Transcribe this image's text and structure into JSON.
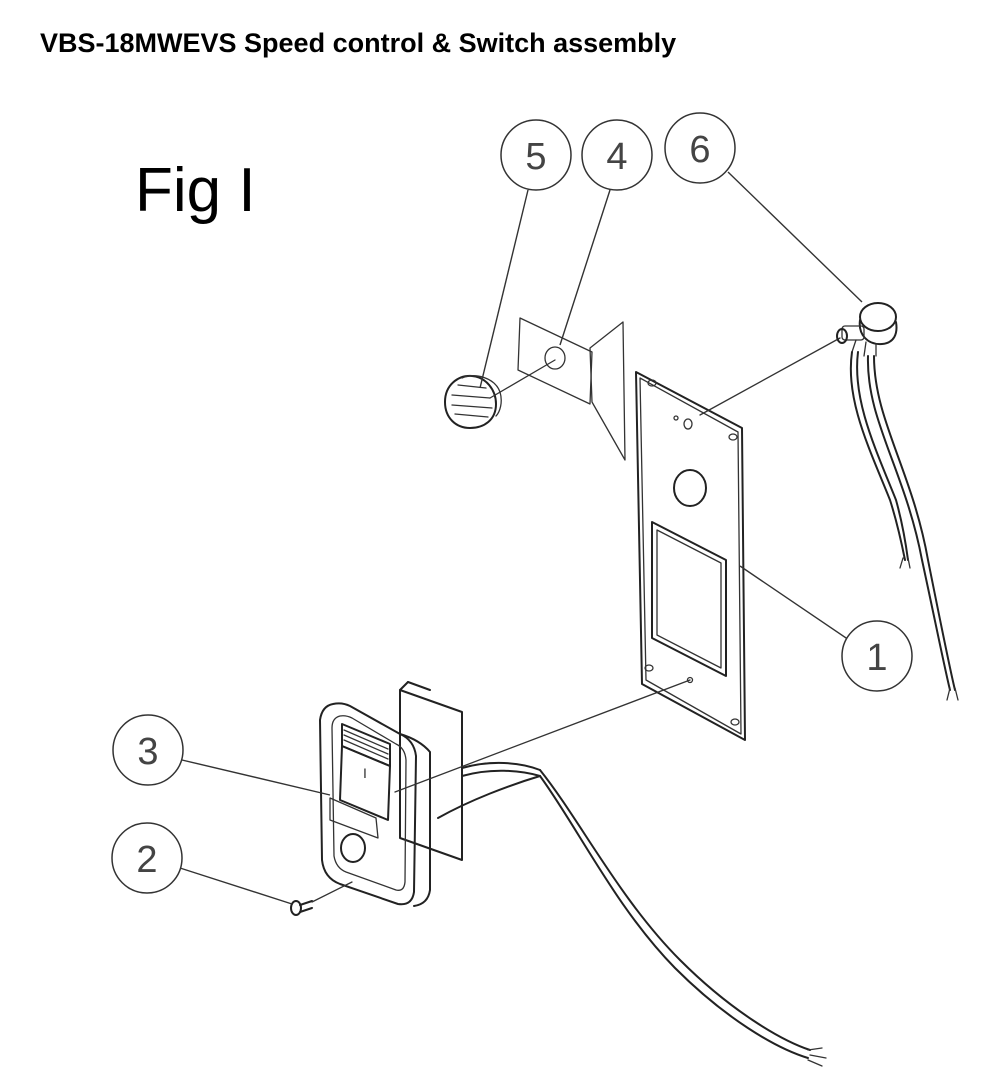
{
  "title": "VBS-18MWEVS Speed control & Switch assembly",
  "figure_label": "Fig I",
  "callouts": [
    {
      "number": "1",
      "part": "plate"
    },
    {
      "number": "2",
      "part": "screw"
    },
    {
      "number": "3",
      "part": "switch"
    },
    {
      "number": "4",
      "part": "label"
    },
    {
      "number": "5",
      "part": "knob"
    },
    {
      "number": "6",
      "part": "potentiometer"
    }
  ],
  "switch_marking": "I"
}
